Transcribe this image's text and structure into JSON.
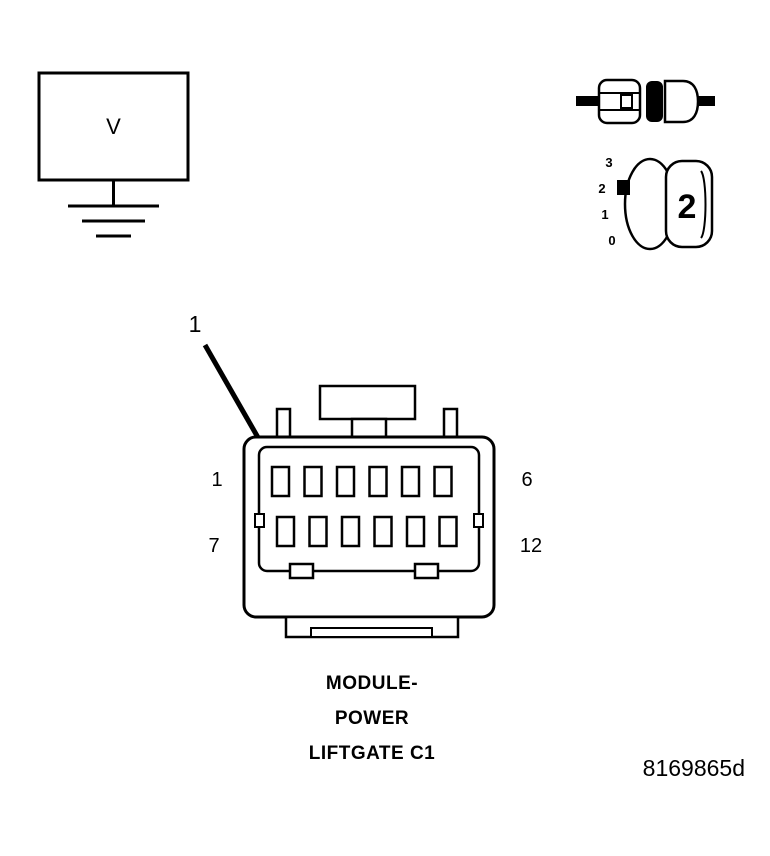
{
  "colors": {
    "line": "#000000",
    "background": "#ffffff"
  },
  "voltmeter": {
    "label": "V"
  },
  "dial": {
    "ticks": [
      "3",
      "2",
      "1",
      "0"
    ],
    "value": "2"
  },
  "arrow": {
    "label": "1"
  },
  "connector": {
    "pins": {
      "top_left": "1",
      "top_right": "6",
      "bottom_left": "7",
      "bottom_right": "12"
    },
    "caption_lines": [
      "MODULE-",
      "POWER",
      "LIFTGATE C1"
    ]
  },
  "figure_id": "8169865d"
}
